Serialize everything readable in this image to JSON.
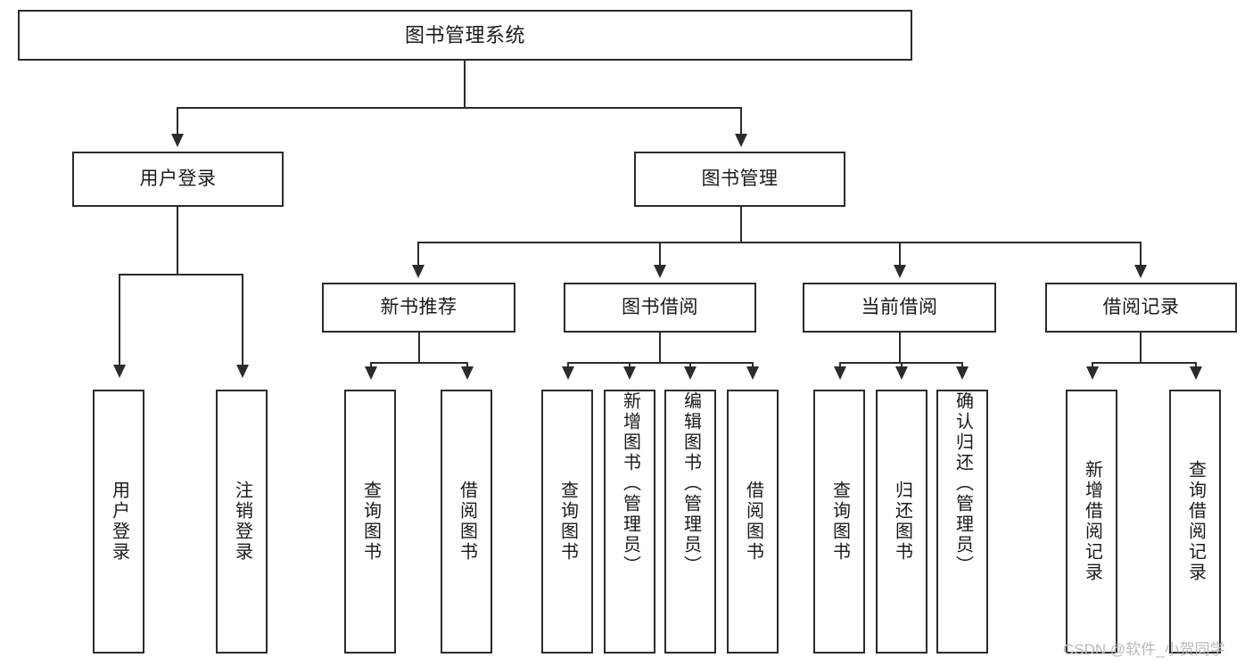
{
  "diagram": {
    "title": "图书管理系统",
    "type": "hierarchy-tree",
    "watermark": "CSDN @软件_小贺同学",
    "colors": {
      "stroke": "#2b2b2b",
      "fill": "#ffffff",
      "text": "#1a1a1a",
      "watermark": "#b9b9b9"
    },
    "nodes": {
      "root": {
        "label": "图书管理系统"
      },
      "level2": [
        {
          "id": "user-login",
          "label": "用户登录"
        },
        {
          "id": "book-management",
          "label": "图书管理"
        }
      ],
      "level3": [
        {
          "id": "new-book-recommend",
          "label": "新书推荐"
        },
        {
          "id": "book-borrow",
          "label": "图书借阅"
        },
        {
          "id": "current-borrow",
          "label": "当前借阅"
        },
        {
          "id": "borrow-record",
          "label": "借阅记录"
        }
      ],
      "leaves": {
        "user-login": [
          {
            "id": "leaf-user-login",
            "label": "用户登录"
          },
          {
            "id": "leaf-logout",
            "label": "注销登录"
          }
        ],
        "new-book-recommend": [
          {
            "id": "leaf-query-book-1",
            "label": "查询图书"
          },
          {
            "id": "leaf-borrow-book-1",
            "label": "借阅图书"
          }
        ],
        "book-borrow": [
          {
            "id": "leaf-query-book-2",
            "label": "查询图书"
          },
          {
            "id": "leaf-add-book",
            "label": "新增图书（管理员）"
          },
          {
            "id": "leaf-edit-book",
            "label": "编辑图书（管理员）"
          },
          {
            "id": "leaf-borrow-book-2",
            "label": "借阅图书"
          }
        ],
        "current-borrow": [
          {
            "id": "leaf-query-book-3",
            "label": "查询图书"
          },
          {
            "id": "leaf-return-book",
            "label": "归还图书"
          },
          {
            "id": "leaf-confirm-return",
            "label": "确认归还（管理员）"
          }
        ],
        "borrow-record": [
          {
            "id": "leaf-add-record",
            "label": "新增借阅记录"
          },
          {
            "id": "leaf-query-record",
            "label": "查询借阅记录"
          }
        ]
      }
    }
  }
}
